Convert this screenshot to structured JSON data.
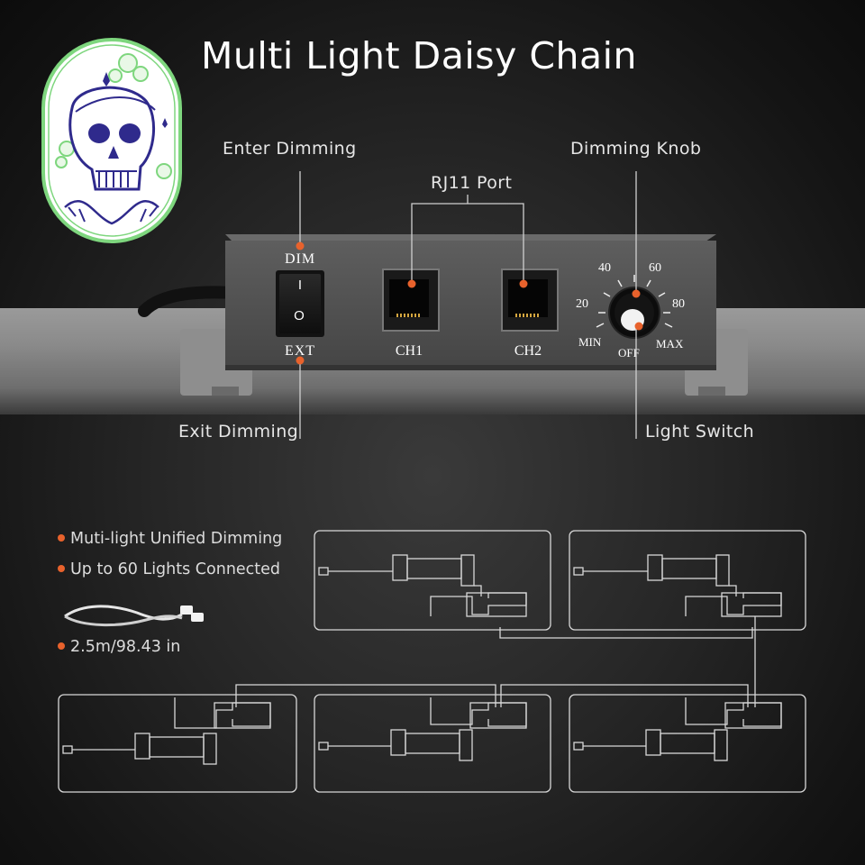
{
  "title": "Multi Light Daisy Chain",
  "callouts": {
    "enter_dimming": "Enter Dimming",
    "exit_dimming": "Exit Dimming",
    "rj11_port": "RJ11 Port",
    "dimming_knob": "Dimming Knob",
    "light_switch": "Light Switch"
  },
  "device": {
    "switch_top_label": "DIM",
    "switch_bottom_label": "EXT",
    "switch_on_mark": "I",
    "switch_off_mark": "O",
    "ports": [
      "CH1",
      "CH2"
    ],
    "dial_labels": [
      "20",
      "40",
      "60",
      "80"
    ],
    "dial_min": "MIN",
    "dial_max": "MAX",
    "dial_off": "OFF"
  },
  "features": [
    "Muti-light Unified Dimming",
    "Up to 60 Lights Connected",
    "2.5m/98.43 in"
  ],
  "colors": {
    "accent": "#e8622c",
    "logo_green": "#7ed67e",
    "logo_purple": "#2f2a8c"
  },
  "icons": [
    "skull-logo-icon",
    "rj11-cable-icon"
  ]
}
